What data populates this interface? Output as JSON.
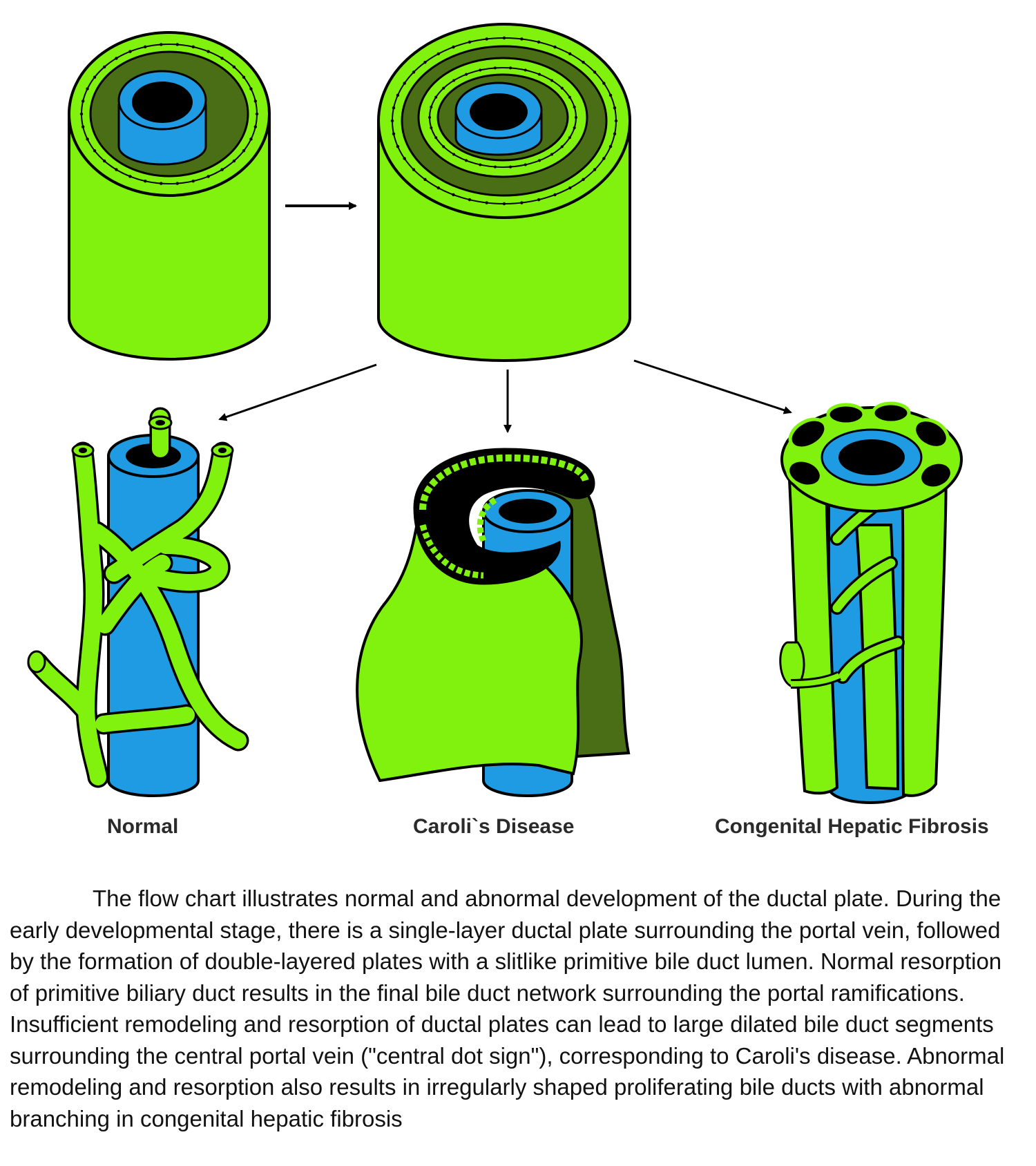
{
  "colors": {
    "parenchyma_green": "#80f20e",
    "dark_green": "#4a6e16",
    "portal_vein_blue": "#1e9be3",
    "lumen_black": "#000000",
    "outline": "#000000"
  },
  "figure": {
    "stages": [
      {
        "id": "single-layer",
        "icon": "single-layer-ductal-plate-cylinder"
      },
      {
        "id": "double-layer",
        "icon": "double-layer-ductal-plate-cylinder"
      },
      {
        "id": "normal",
        "label": "Normal",
        "icon": "branching-bile-duct-network"
      },
      {
        "id": "caroli",
        "label": "Caroli`s Disease",
        "icon": "dilated-rolled-ductal-plate"
      },
      {
        "id": "chf",
        "label": "Congenital Hepatic Fibrosis",
        "icon": "proliferating-irregular-ducts"
      }
    ],
    "arrows": [
      {
        "from": "single-layer",
        "to": "double-layer"
      },
      {
        "from": "double-layer",
        "to": "normal"
      },
      {
        "from": "double-layer",
        "to": "caroli"
      },
      {
        "from": "double-layer",
        "to": "chf"
      }
    ]
  },
  "caption": "The flow chart illustrates normal and abnormal development of the ductal plate. During the early developmental stage, there is a single-layer ductal plate surrounding the portal vein, followed by the formation of double-layered plates with a slitlike primitive bile duct lumen. Normal resorption of primitive biliary duct results in the final bile duct network surrounding the portal ramifications. Insufficient remodeling and resorption of ductal plates can lead to large dilated bile duct segments surrounding the central portal vein (\"central dot sign\"), corresponding to Caroli's disease. Abnormal remodeling and resorption also results in irregularly shaped proliferating bile ducts with abnormal branching in congenital hepatic fibrosis"
}
